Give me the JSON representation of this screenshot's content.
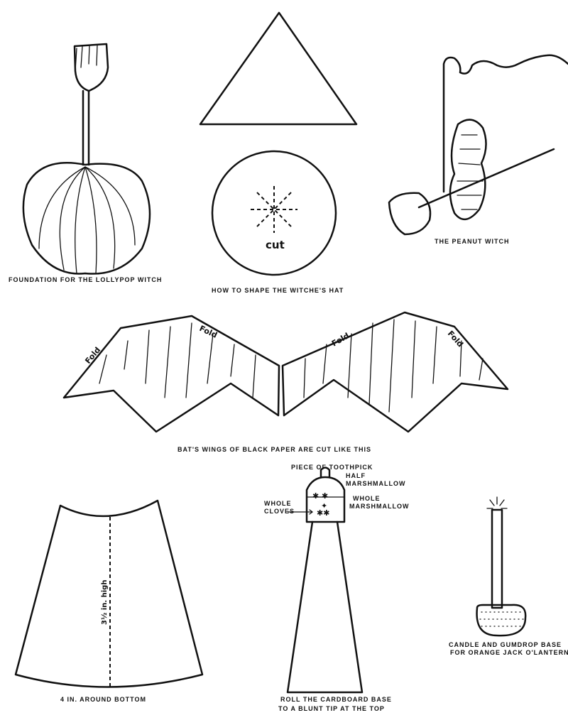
{
  "captions": {
    "lollypop": "Foundation for the Lollypop Witch",
    "hat": "How to shape the Witche's Hat",
    "cut": "cut",
    "peanut": "The Peanut Witch",
    "fold": [
      "Fold",
      "Fold",
      "Fold",
      "Fold"
    ],
    "bat": "Bat's wings of black paper are cut like this",
    "toothpick": "Piece of toothpick",
    "half_marshmallow": [
      "Half",
      "Marshmallow"
    ],
    "whole_marshmallow": [
      "Whole",
      "Marshmallow"
    ],
    "whole_cloves": [
      "Whole",
      "Cloves"
    ],
    "height": "3½ in. high",
    "around_bottom": "4 in. around bottom",
    "roll": [
      "Roll the cardboard base",
      "to a blunt tip at the top"
    ],
    "candle": [
      "Candle and gumdrop base",
      "for orange Jack o'Lantern"
    ]
  }
}
